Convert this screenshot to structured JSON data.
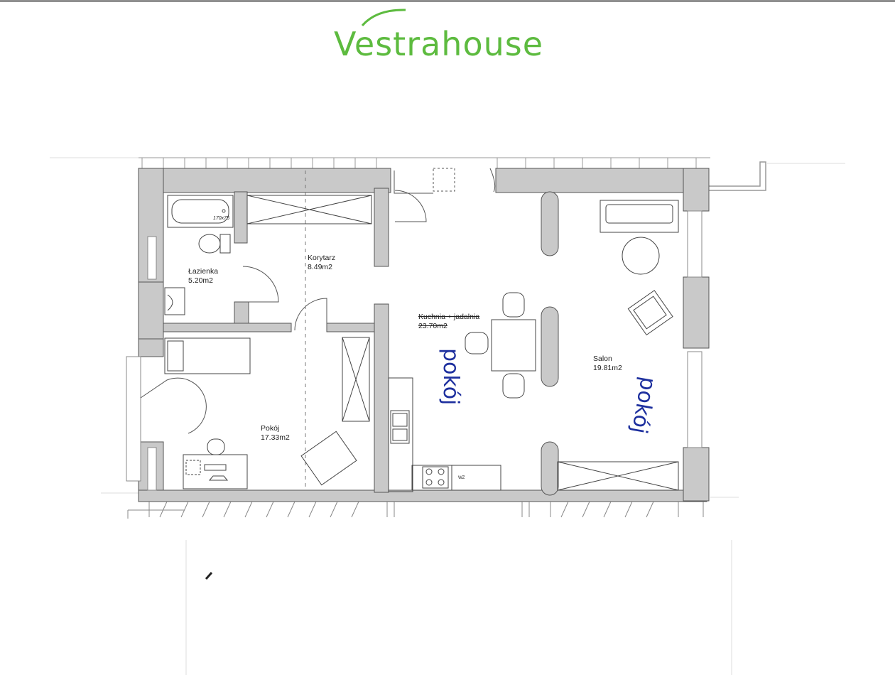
{
  "brand": {
    "name": "Vestrahouse",
    "color": "#5dbb3f"
  },
  "rooms": [
    {
      "id": "bathroom",
      "name": "Łazienka",
      "area": "5.20m2"
    },
    {
      "id": "corridor",
      "name": "Korytarz",
      "area": "8.49m2"
    },
    {
      "id": "kitchen",
      "name": "Kuchnia + jadalnia",
      "area": "23.70m2",
      "struck": true
    },
    {
      "id": "living",
      "name": "Salon",
      "area": "19.81m2"
    },
    {
      "id": "bedroom",
      "name": "Pokój",
      "area": "17.33m2"
    }
  ],
  "annotations": {
    "bathtub_size": "170x75",
    "stove_label": "WZ",
    "handwritten_1": "pokój",
    "handwritten_2": "pokój",
    "ink_color": "#1d2f9e"
  },
  "colors": {
    "wall": "#c9c9c9",
    "line": "#444444"
  }
}
